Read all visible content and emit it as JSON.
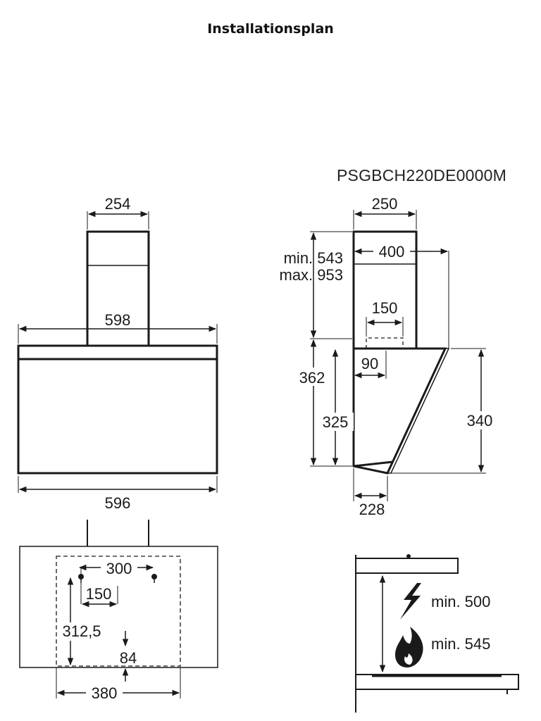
{
  "title": "Installationsplan",
  "model": "PSGBCH220DE0000M",
  "front_view": {
    "chimney_width": "254",
    "hood_width_top": "598",
    "hood_width_bottom": "596"
  },
  "side_view": {
    "chimney_width": "250",
    "chimney_height_min": "min. 543",
    "chimney_height_max": "max. 953",
    "chimney_to_front": "400",
    "outlet_width": "150",
    "outlet_offset": "90",
    "body_height": "362",
    "body_height_inner": "325",
    "front_height": "340",
    "bottom_depth": "228"
  },
  "mounting_view": {
    "hole_spacing": "300",
    "hole_offset": "150",
    "hole_height": "312,5",
    "bottom_offset": "84",
    "bracket_width": "380"
  },
  "clearance_view": {
    "min_electric": "min. 500",
    "min_gas": "min. 545",
    "electric_icon": "lightning-icon",
    "gas_icon": "flame-icon"
  }
}
